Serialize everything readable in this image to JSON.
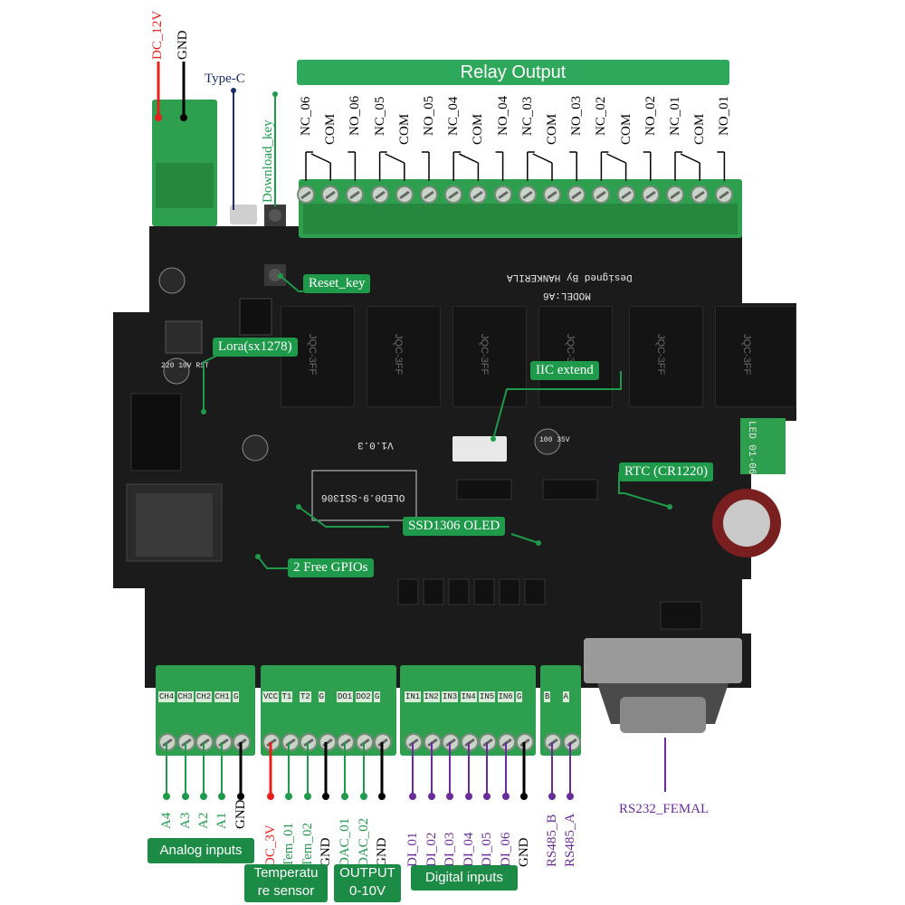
{
  "power": {
    "dc12": "DC_12V",
    "gnd": "GND"
  },
  "usb": {
    "label": "Type-C"
  },
  "download_key": "Download_key",
  "relay_header": "Relay Output",
  "relay_pins": [
    "NC_06",
    "COM",
    "NO_06",
    "NC_05",
    "COM",
    "NO_05",
    "NC_04",
    "COM",
    "NO_04",
    "NC_03",
    "COM",
    "NO_03",
    "NC_02",
    "COM",
    "NO_02",
    "NC_01",
    "COM",
    "NO_01"
  ],
  "callouts": {
    "reset": "Reset_key",
    "lora": "Lora(sx1278)",
    "iic": "IIC extend",
    "rtc": "RTC (CR1220)",
    "oled": "SSD1306 OLED",
    "gpio": "2 Free GPIOs"
  },
  "pcb_text": {
    "designed": "Designed By HANKERILA",
    "model": "MODEL:A6",
    "relay_model": "JQC-3FF",
    "oled_silk": "OLED0.9-SSI306",
    "ver": "V1.0.3",
    "led": "LED 01-06",
    "cap": "220 10V RST",
    "cap2": "100 35V"
  },
  "terminals": {
    "analog": [
      "CH4",
      "CH3",
      "CH2",
      "CH1",
      "G"
    ],
    "temp": [
      "VCC",
      "T1",
      "T2",
      "G",
      "DO1",
      "DO2",
      "G"
    ],
    "digital": [
      "IN1",
      "IN2",
      "IN3",
      "IN4",
      "IN5",
      "IN6",
      "G"
    ],
    "rs485": [
      "B",
      "A"
    ]
  },
  "bottom_labels": {
    "analog": [
      "A4",
      "A3",
      "A2",
      "A1",
      "GND"
    ],
    "temp": [
      "DC_3V",
      "Tem_01",
      "Tem_02",
      "GND"
    ],
    "output": [
      "DAC_01",
      "DAC_02",
      "GND"
    ],
    "digital": [
      "DI_01",
      "DI_02",
      "DI_03",
      "DI_04",
      "DI_05",
      "DI_06",
      "GND"
    ],
    "rs485": [
      "RS485_B",
      "RS485_A"
    ]
  },
  "rs232": "RS232_FEMAL",
  "groups": {
    "analog": "Analog inputs",
    "temp_line1": "Temperatu",
    "temp_line2": "re sensor",
    "output_line1": "OUTPUT",
    "output_line2": "0-10V",
    "digital": "Digital inputs"
  },
  "colors": {
    "pcb": "#1b1b1b",
    "terminal_green": "#2e9e4f",
    "label_green": "#1e9a4a",
    "red": "#e8201c",
    "purple": "#6a2c9a",
    "navy": "#1a2f6b"
  }
}
